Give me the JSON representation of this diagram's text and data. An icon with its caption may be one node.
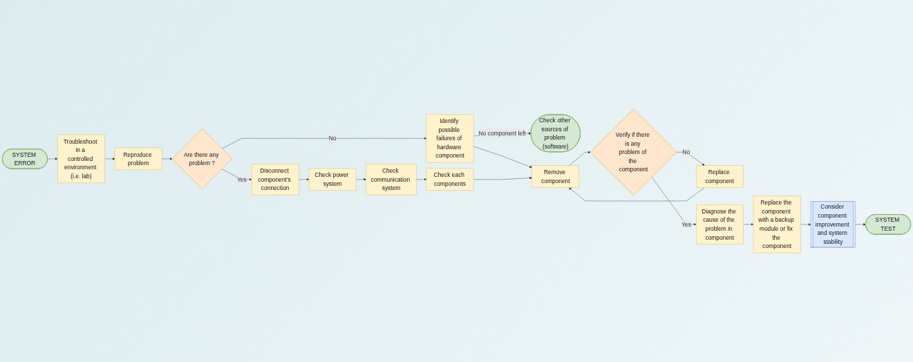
{
  "diagram": {
    "nodes": [
      {
        "text": [
          "SYSTEM ERROR"
        ]
      },
      {
        "text": [
          "Troubleshoot in a controlled environment (i.e. lab)"
        ]
      },
      {
        "text": [
          "Reproduce problem"
        ]
      },
      {
        "text": [
          "Are there any problem ?"
        ]
      },
      {
        "text": [
          "Identify possible failures of hardware component"
        ]
      },
      {
        "text": [
          "Check other sources of problem (software)"
        ]
      },
      {
        "text": [
          "Disconnect component's connection"
        ]
      },
      {
        "text": [
          "Check power system"
        ]
      },
      {
        "text": [
          "Check communication system"
        ]
      },
      {
        "text": [
          "Check each components"
        ]
      },
      {
        "text": [
          "Remove component"
        ]
      },
      {
        "text": [
          "Verify if there is any problem of the component"
        ]
      },
      {
        "text": [
          "Replace component"
        ]
      },
      {
        "text": [
          "Diagnose the cause of the problem in component"
        ]
      },
      {
        "text": [
          "Replace the component with a backup module or fix the component"
        ]
      },
      {
        "text": [
          "Consider component improvement and system stability"
        ]
      },
      {
        "text": [
          "SYSTEM TEST"
        ]
      }
    ],
    "edges": [
      {
        "from": 0,
        "to": 1,
        "arrow": "to"
      },
      {
        "from": 1,
        "to": 2,
        "arrow": "to"
      },
      {
        "from": 2,
        "to": 3,
        "arrow": "to"
      },
      {
        "from": 3,
        "to": 4,
        "label": "No",
        "arrow": "to"
      },
      {
        "from": 4,
        "to": 5,
        "label": "No component left",
        "arrow": "to"
      },
      {
        "from": 4,
        "to": 10,
        "arrow": "to"
      },
      {
        "from": 3,
        "to": 6,
        "label": "Yes",
        "arrow": "to"
      },
      {
        "from": 6,
        "to": 7,
        "arrow": "to"
      },
      {
        "from": 7,
        "to": 8,
        "arrow": "to"
      },
      {
        "from": 8,
        "to": 9,
        "arrow": "to"
      },
      {
        "from": 9,
        "to": 10,
        "arrow": "to"
      },
      {
        "from": 10,
        "to": 11,
        "arrow": "to"
      },
      {
        "from": 11,
        "to": 12,
        "label": "No",
        "arrow": "to"
      },
      {
        "from": 12,
        "to": 10,
        "arrow": "to"
      },
      {
        "from": 11,
        "to": 13,
        "label": "Yes",
        "arrow": "to"
      },
      {
        "from": 13,
        "to": 14,
        "arrow": "to"
      },
      {
        "from": 14,
        "to": 15,
        "arrow": "to"
      },
      {
        "from": 15,
        "to": 16,
        "arrow": "to"
      }
    ]
  }
}
